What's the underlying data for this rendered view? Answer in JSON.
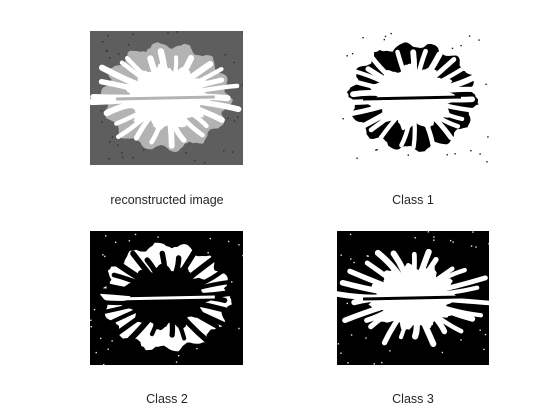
{
  "panels": [
    {
      "caption": "reconstructed image",
      "background": "#5e5e5e",
      "outer": "#b3b3b3",
      "inner": "#ffffff",
      "speckle": "#000000"
    },
    {
      "caption": "Class 1",
      "background": "#ffffff",
      "outer": "#000000",
      "inner": "#ffffff",
      "speckle": "#000000"
    },
    {
      "caption": "Class 2",
      "background": "#000000",
      "outer": "#ffffff",
      "inner": "#000000",
      "speckle": "#ffffff"
    },
    {
      "caption": "Class 3",
      "background": "#000000",
      "outer": "#000000",
      "inner": "#ffffff",
      "speckle": "#ffffff"
    }
  ]
}
